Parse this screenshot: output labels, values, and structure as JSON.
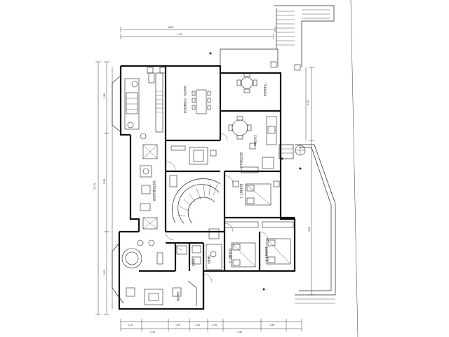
{
  "rooms": [
    {
      "id": "comedor",
      "text": "SALÓN - COMEDOR"
    },
    {
      "id": "cocina",
      "text": "COCINA"
    },
    {
      "id": "terraza",
      "text": "TERRAZA"
    },
    {
      "id": "dorm1",
      "text": "DORMIT. 1"
    },
    {
      "id": "dorm2",
      "text": "DORMIT. 2"
    },
    {
      "id": "dorm3",
      "text": "DORMIT. 3"
    },
    {
      "id": "bano",
      "text": "BAÑO"
    },
    {
      "id": "aseo",
      "text": "ASEO"
    },
    {
      "id": "distribuidor",
      "text": "DISTRIBUIDOR"
    },
    {
      "id": "salon",
      "text": "SALÓN"
    },
    {
      "id": "vestibulo",
      "text": "VESTÍBULO"
    }
  ],
  "dimensions": {
    "top_total": "8,65",
    "top_partial": "7,15",
    "left_total": "12,70",
    "bottom_a": "1,20",
    "bottom_b": "2,25",
    "bottom_c": "1,50",
    "bottom_d": "1,20",
    "bottom_e": "1,40",
    "bottom_f": "3,45",
    "bottom_g": "1,90",
    "left_a": "3,65",
    "left_b": "2,90",
    "left_c": "3,05",
    "right_a": "4,10",
    "right_b": "3,20"
  },
  "colors": {
    "line": "#111111",
    "background": "#ffffff"
  }
}
